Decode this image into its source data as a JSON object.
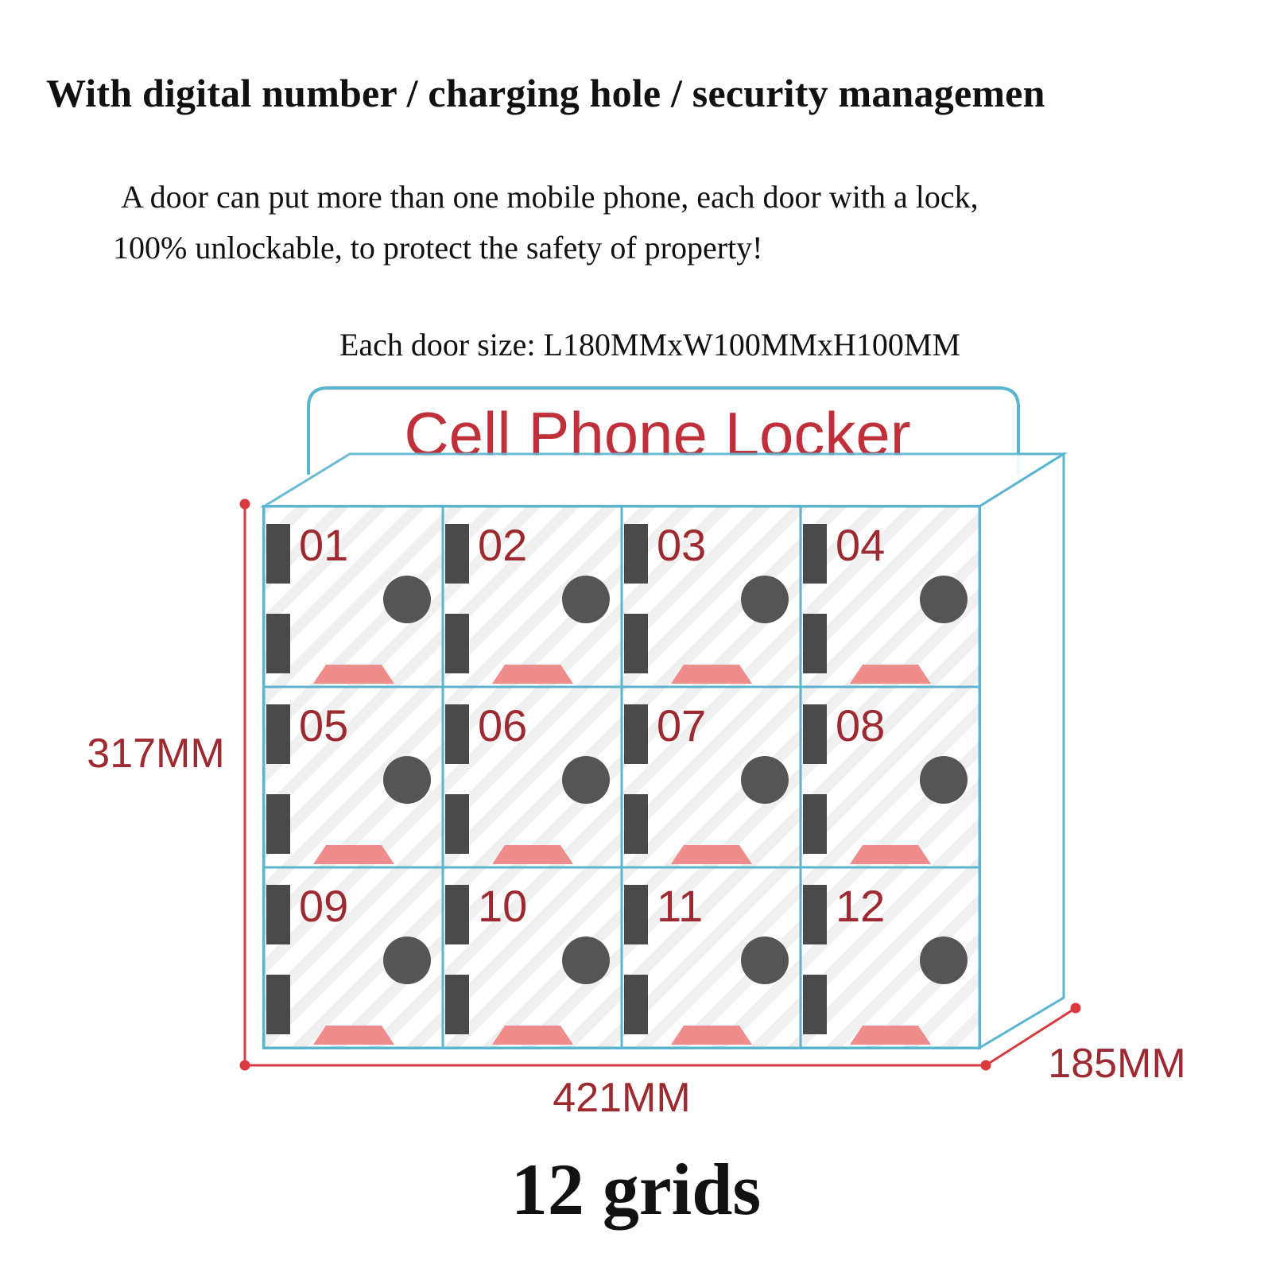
{
  "headline": "With digital number / charging hole / security managemen",
  "description": {
    "line1": "A door can put more than one mobile phone, each door with a lock,",
    "line2": "100% unlockable, to protect the safety of property!"
  },
  "door_size": "Each door size: L180MMxW100MMxH100MM",
  "locker": {
    "sign": "Cell Phone Locker",
    "doors": [
      "01",
      "02",
      "03",
      "04",
      "05",
      "06",
      "07",
      "08",
      "09",
      "10",
      "11",
      "12"
    ]
  },
  "dimensions": {
    "height": "317MM",
    "width": "421MM",
    "depth": "185MM"
  },
  "grid_count": "12 grids",
  "colors": {
    "frame": "#5bb5cf",
    "number": "#9c2a30",
    "sign_text": "#c0303a",
    "hinge": "#4a4a4a",
    "lock": "#555555",
    "slot": "#ef8c8c",
    "dim_line": "#d83a40"
  }
}
